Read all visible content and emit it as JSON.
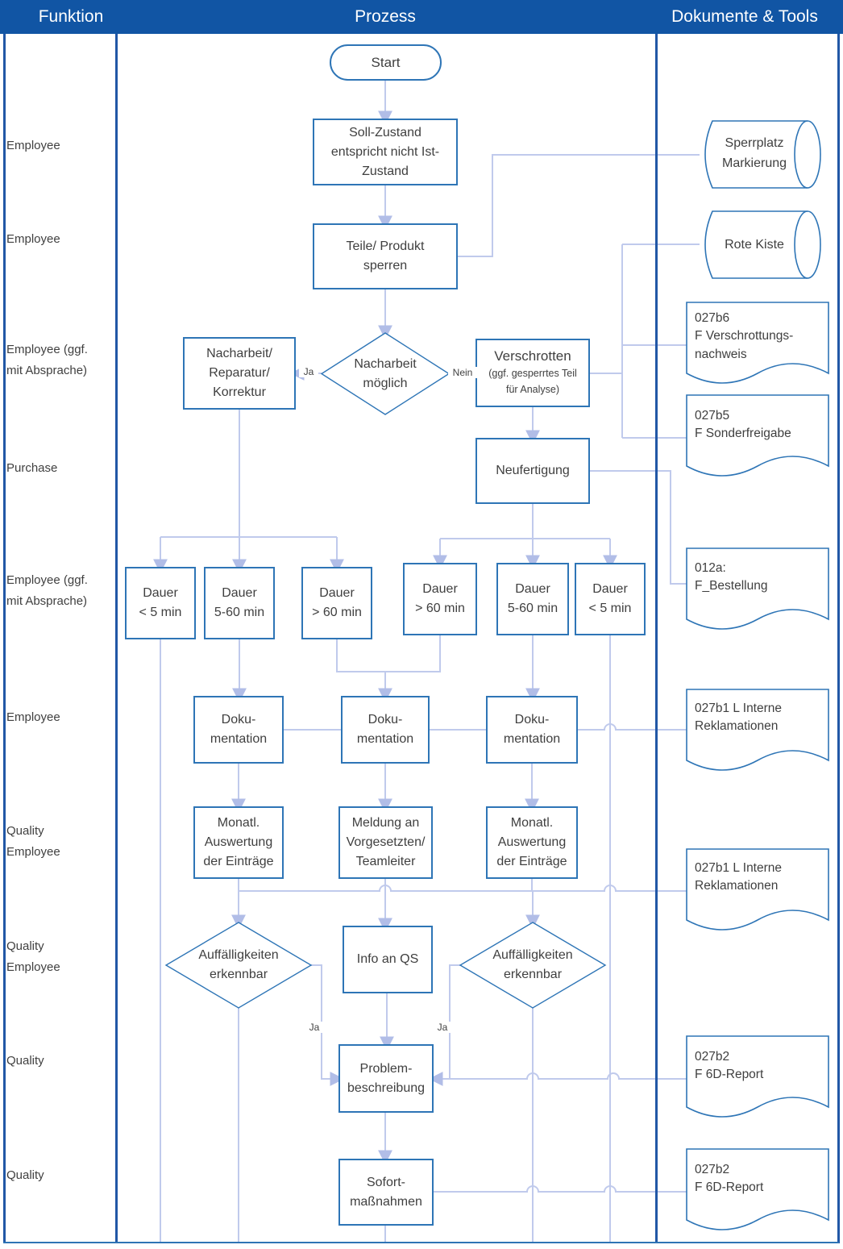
{
  "header": {
    "columns": [
      "Funktion",
      "Prozess",
      "Dokumente & Tools"
    ]
  },
  "colors": {
    "header_bg": "#1155A4",
    "lane_border": "#2157A6",
    "shape_border": "#2E75B6",
    "connector": "#C0CAEC",
    "arrowhead": "#B1BDE7",
    "text": "#3F3F3F"
  },
  "functions": [
    {
      "label": "Employee"
    },
    {
      "label": "Employee"
    },
    {
      "label": "Employee (ggf.\nmit Absprache)"
    },
    {
      "label": "Purchase"
    },
    {
      "label": "Employee (ggf.\nmit Absprache)"
    },
    {
      "label": "Employee"
    },
    {
      "label": "Quality\nEmployee"
    },
    {
      "label": "Quality\nEmployee"
    },
    {
      "label": "Quality"
    },
    {
      "label": "Quality"
    }
  ],
  "nodes": {
    "start": "Start",
    "soll": "Soll-Zustand\nentspricht nicht Ist-\nZustand",
    "teile": "Teile/ Produkt\nsperren",
    "decision_nacharbeit": "Nacharbeit\nmöglich",
    "nacharbeit": "Nacharbeit/\nReparatur/\nKorrektur",
    "verschrotten": "Verschrotten",
    "verschrotten_sub": "(ggf. gesperrtes Teil\nfür Analyse)",
    "neufertigung": "Neufertigung",
    "dauer": [
      "Dauer\n< 5 min",
      "Dauer\n5-60 min",
      "Dauer\n> 60 min",
      "Dauer\n> 60 min",
      "Dauer\n5-60 min",
      "Dauer\n< 5 min"
    ],
    "doku": [
      "Doku-\nmentation",
      "Doku-\nmentation",
      "Doku-\nmentation"
    ],
    "monatl_1": "Monatl.\nAuswertung\nder Einträge",
    "meldung": "Meldung an\nVorgesetzten/\nTeamleiter",
    "monatl_2": "Monatl.\nAuswertung\nder Einträge",
    "decision_auffaellig_1": "Auffälligkeiten\nerkennbar",
    "decision_auffaellig_2": "Auffälligkeiten\nerkennbar",
    "info_qs": "Info an QS",
    "problem": "Problem-\nbeschreibung",
    "sofort": "Sofort-\nmaßnahmen"
  },
  "edge_labels": {
    "ja": "Ja",
    "nein": "Nein"
  },
  "tools": [
    {
      "label": "Sperrplatz\nMarkierung"
    },
    {
      "label": "Rote Kiste"
    }
  ],
  "docs": [
    {
      "label": "027b6\nF Verschrottungs-\nnachweis"
    },
    {
      "label": "027b5\nF Sonderfreigabe"
    },
    {
      "label": "012a:\nF_Bestellung"
    },
    {
      "label": "027b1 L Interne\nReklamationen"
    },
    {
      "label": "027b1 L Interne\nReklamationen"
    },
    {
      "label": "027b2\nF 6D-Report"
    },
    {
      "label": "027b2\nF 6D-Report"
    }
  ]
}
